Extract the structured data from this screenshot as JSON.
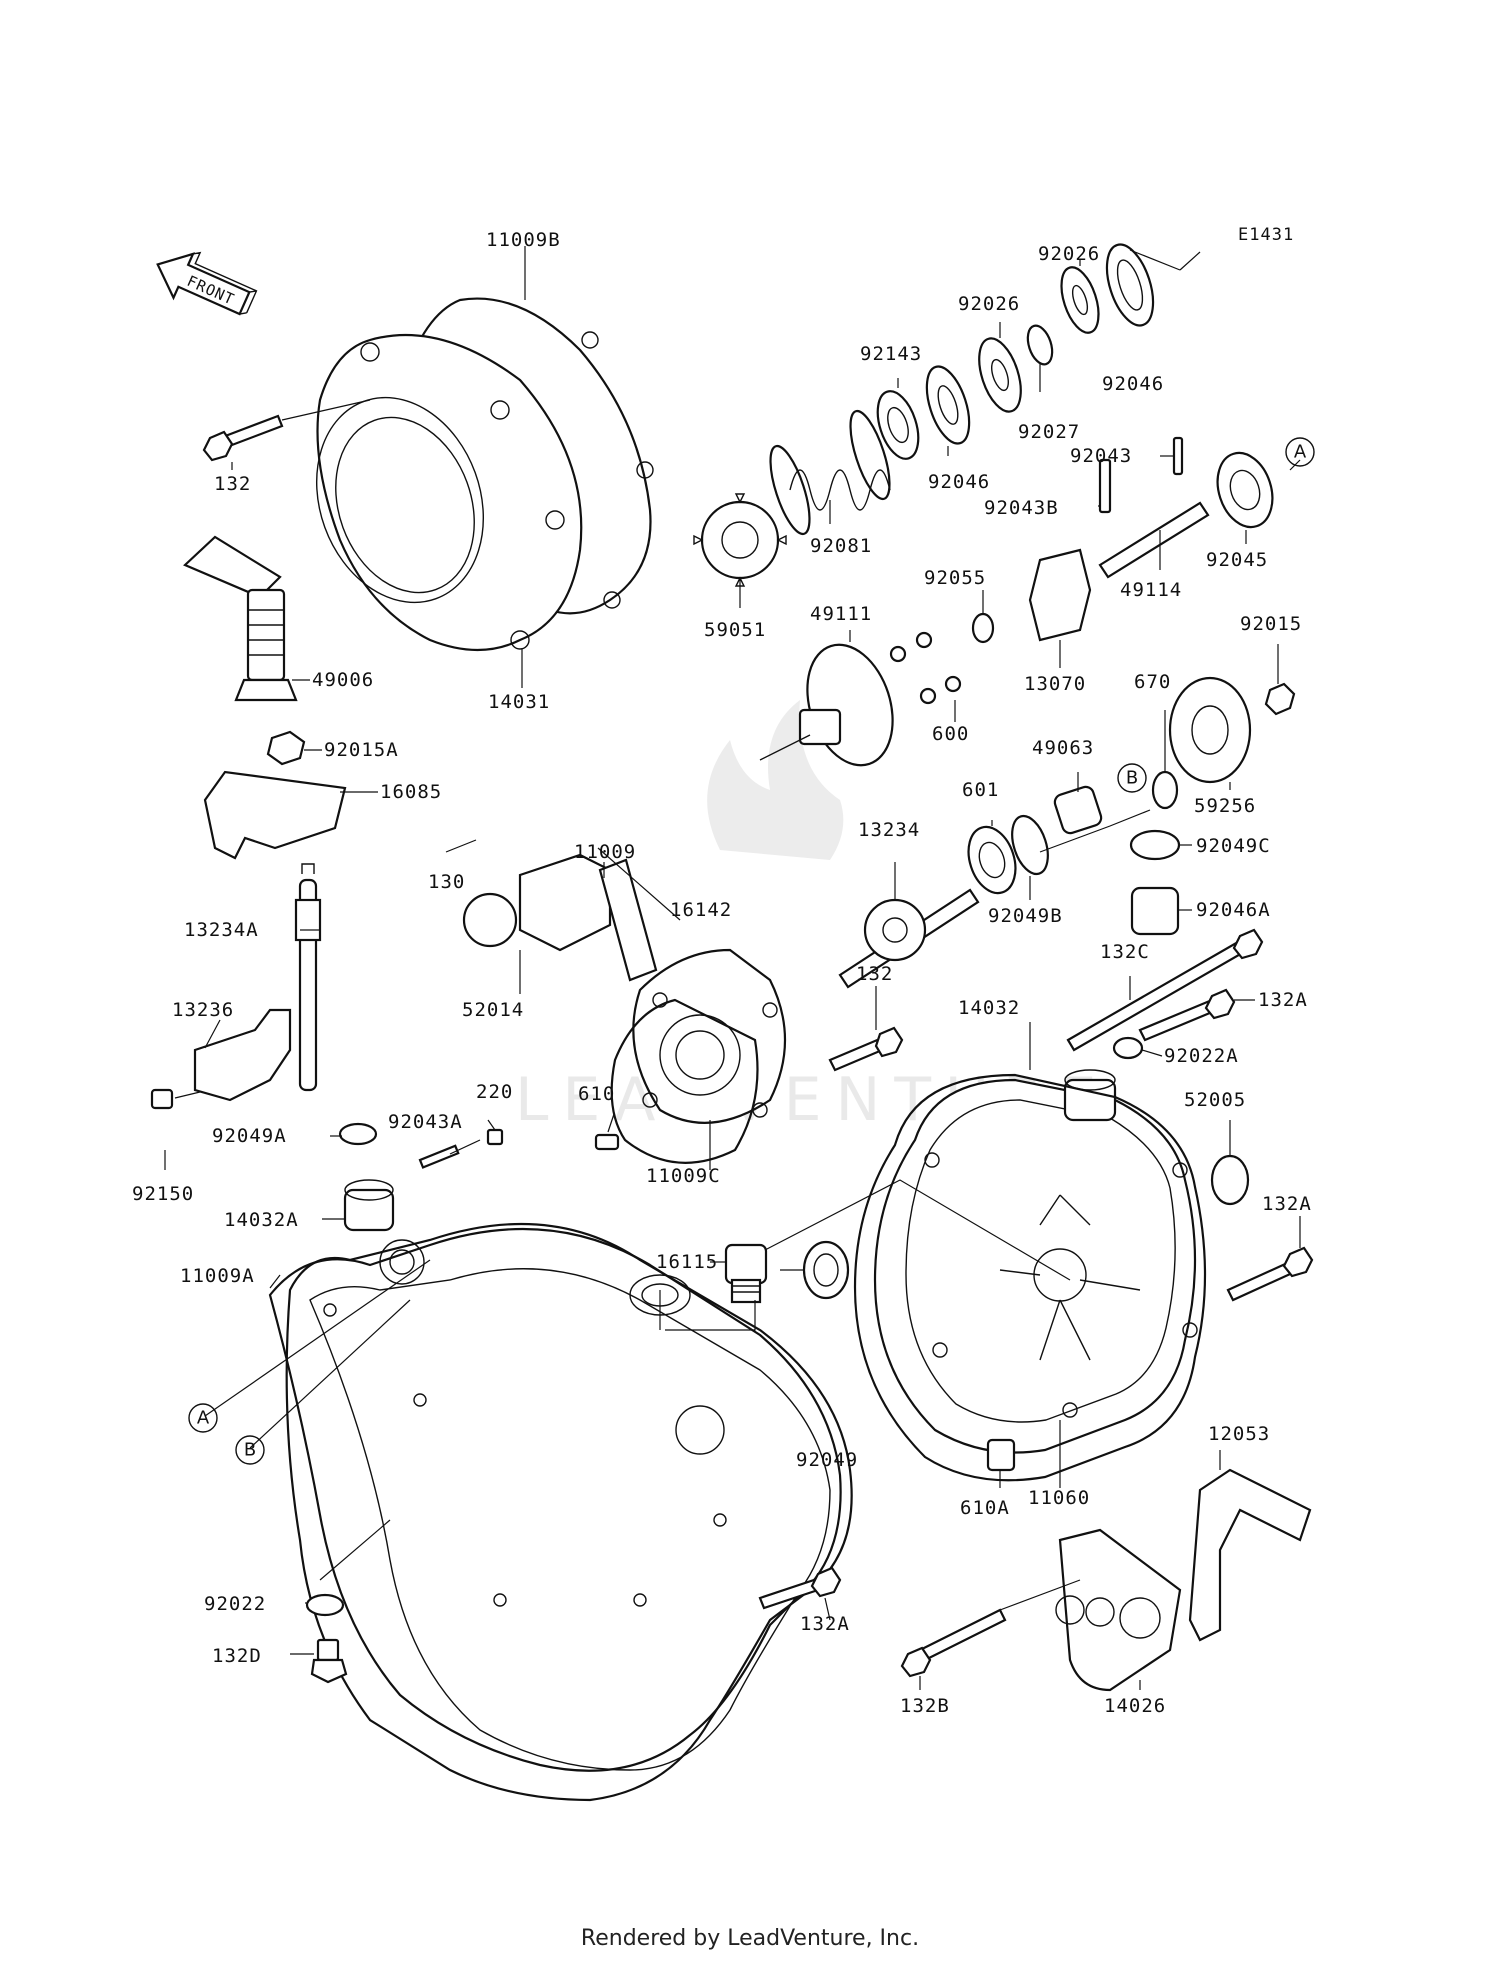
{
  "diagram_code": "E1431",
  "front_label": "FRONT",
  "watermark": "LEADVENTURE",
  "reference_markers": {
    "a": "A",
    "b": "B"
  },
  "footer": "Rendered by LeadVenture, Inc.",
  "parts": [
    {
      "id": "p11009B",
      "label": "11009B"
    },
    {
      "id": "p132_top",
      "label": "132"
    },
    {
      "id": "p49006",
      "label": "49006"
    },
    {
      "id": "p14031",
      "label": "14031"
    },
    {
      "id": "p92015A",
      "label": "92015A"
    },
    {
      "id": "p16085",
      "label": "16085"
    },
    {
      "id": "p130",
      "label": "130"
    },
    {
      "id": "p11009",
      "label": "11009"
    },
    {
      "id": "p13234A",
      "label": "13234A"
    },
    {
      "id": "p16142",
      "label": "16142"
    },
    {
      "id": "p52014",
      "label": "52014"
    },
    {
      "id": "p13236",
      "label": "13236"
    },
    {
      "id": "p132_mid",
      "label": "132"
    },
    {
      "id": "p220",
      "label": "220"
    },
    {
      "id": "p610",
      "label": "610"
    },
    {
      "id": "p92049A",
      "label": "92049A"
    },
    {
      "id": "p92043A",
      "label": "92043A"
    },
    {
      "id": "p11009C",
      "label": "11009C"
    },
    {
      "id": "p92150",
      "label": "92150"
    },
    {
      "id": "p14032A",
      "label": "14032A"
    },
    {
      "id": "p16115",
      "label": "16115"
    },
    {
      "id": "p11009A",
      "label": "11009A"
    },
    {
      "id": "p92049",
      "label": "92049"
    },
    {
      "id": "p92022",
      "label": "92022"
    },
    {
      "id": "p132A_bottom",
      "label": "132A"
    },
    {
      "id": "p132D",
      "label": "132D"
    },
    {
      "id": "p92026_a",
      "label": "92026"
    },
    {
      "id": "p92026_b",
      "label": "92026"
    },
    {
      "id": "p92143",
      "label": "92143"
    },
    {
      "id": "p92046_a",
      "label": "92046"
    },
    {
      "id": "p92027",
      "label": "92027"
    },
    {
      "id": "p92046_b",
      "label": "92046"
    },
    {
      "id": "p92043",
      "label": "92043"
    },
    {
      "id": "p92043B",
      "label": "92043B"
    },
    {
      "id": "p92081",
      "label": "92081"
    },
    {
      "id": "p92045",
      "label": "92045"
    },
    {
      "id": "p49114",
      "label": "49114"
    },
    {
      "id": "p59051",
      "label": "59051"
    },
    {
      "id": "p92055",
      "label": "92055"
    },
    {
      "id": "p49111",
      "label": "49111"
    },
    {
      "id": "p13070",
      "label": "13070"
    },
    {
      "id": "p92015",
      "label": "92015"
    },
    {
      "id": "p600",
      "label": "600"
    },
    {
      "id": "p670",
      "label": "670"
    },
    {
      "id": "p49063",
      "label": "49063"
    },
    {
      "id": "p601",
      "label": "601"
    },
    {
      "id": "p59256",
      "label": "59256"
    },
    {
      "id": "p13234",
      "label": "13234"
    },
    {
      "id": "p92049C",
      "label": "92049C"
    },
    {
      "id": "p92049B",
      "label": "92049B"
    },
    {
      "id": "p92046A",
      "label": "92046A"
    },
    {
      "id": "p132C",
      "label": "132C"
    },
    {
      "id": "p132A_a",
      "label": "132A"
    },
    {
      "id": "p14032",
      "label": "14032"
    },
    {
      "id": "p92022A",
      "label": "92022A"
    },
    {
      "id": "p52005",
      "label": "52005"
    },
    {
      "id": "p132A_b",
      "label": "132A"
    },
    {
      "id": "p610A",
      "label": "610A"
    },
    {
      "id": "p11060",
      "label": "11060"
    },
    {
      "id": "p12053",
      "label": "12053"
    },
    {
      "id": "p132B",
      "label": "132B"
    },
    {
      "id": "p14026",
      "label": "14026"
    }
  ]
}
